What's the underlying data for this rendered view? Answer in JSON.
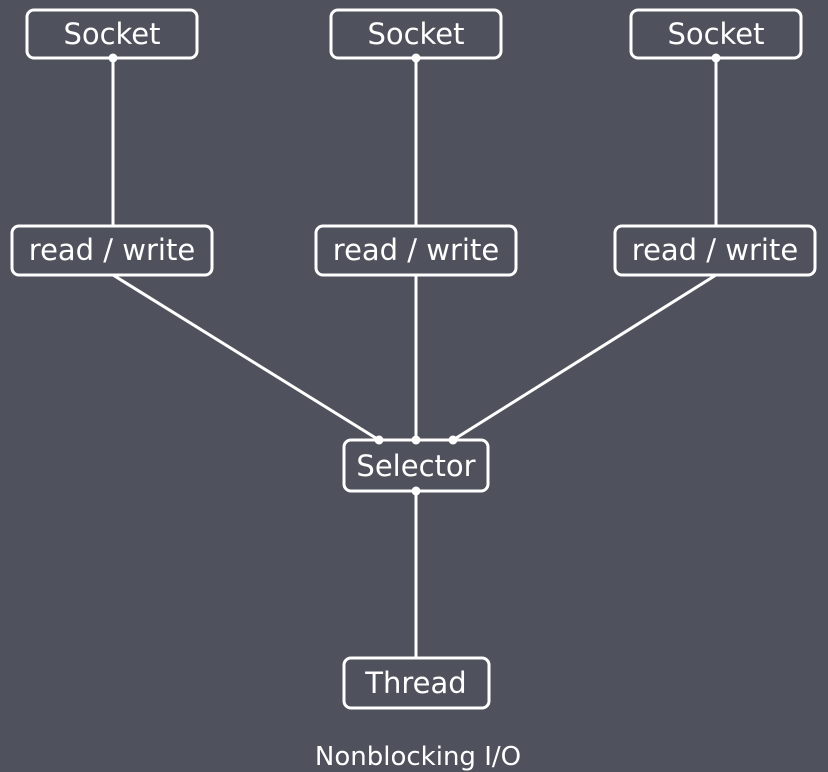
{
  "diagram": {
    "sockets": [
      {
        "label": "Socket"
      },
      {
        "label": "Socket"
      },
      {
        "label": "Socket"
      }
    ],
    "read_writes": [
      {
        "label": "read / write"
      },
      {
        "label": "read / write"
      },
      {
        "label": "read / write"
      }
    ],
    "selector": {
      "label": "Selector"
    },
    "thread": {
      "label": "Thread"
    },
    "caption": "Nonblocking I/O"
  },
  "colors": {
    "background": "#4f525c",
    "foreground": "#ffffff"
  }
}
